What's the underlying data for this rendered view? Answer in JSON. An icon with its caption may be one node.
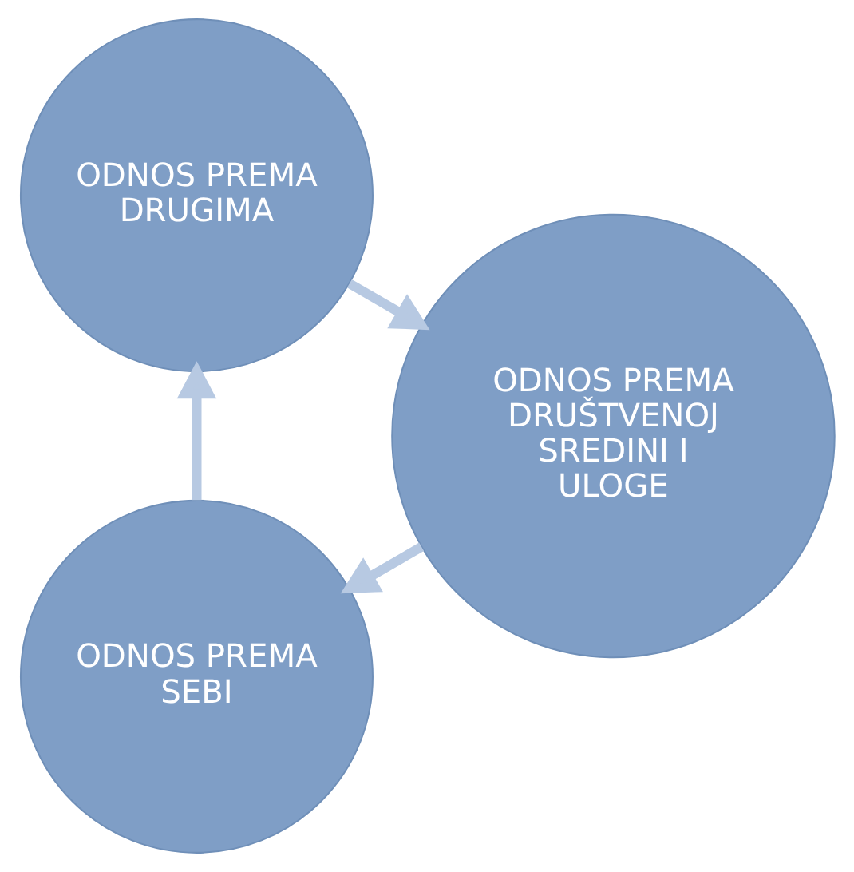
{
  "diagram": {
    "nodes": [
      {
        "text": [
          "ODNOS PREMA SEBI"
        ]
      },
      {
        "text": [
          "ODNOS PREMA DRUGIMA"
        ]
      },
      {
        "text": [
          "ODNOS PREMA DRUŠTVENOJ SREDINI I ULOGE"
        ]
      }
    ],
    "edges": [
      {
        "from": 0,
        "to": 1,
        "arrow": "to"
      },
      {
        "from": 1,
        "to": 2,
        "arrow": "to"
      },
      {
        "from": 2,
        "to": 0,
        "arrow": "to"
      }
    ]
  }
}
